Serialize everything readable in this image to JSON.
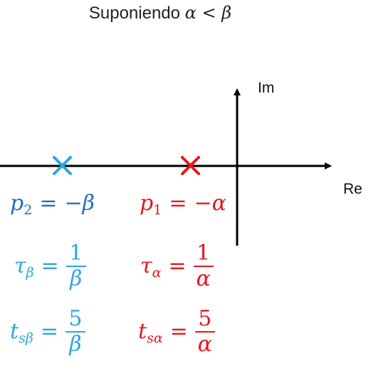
{
  "title": {
    "text": "Suponiendo ",
    "math": "α < β"
  },
  "axes": {
    "real_label": "Re",
    "imag_label": "Im"
  },
  "poles": {
    "p2": {
      "marker": "×",
      "label": {
        "symbol": "p",
        "sub": "2",
        "rhs": "−β"
      },
      "color": "#2070B8",
      "marker_color": "#2AA7DF"
    },
    "p1": {
      "marker": "×",
      "label": {
        "symbol": "p",
        "sub": "1",
        "rhs": "−α"
      },
      "color": "#E8161B",
      "marker_color": "#E8161B"
    }
  },
  "equations": {
    "tau_beta": {
      "symbol": "τ",
      "sub": "β",
      "num": "1",
      "den": "β",
      "color": "#2AA7DF"
    },
    "tau_alpha": {
      "symbol": "τ",
      "sub": "α",
      "num": "1",
      "den": "α",
      "color": "#E8161B"
    },
    "ts_beta": {
      "symbol": "t",
      "sub": "sβ",
      "num": "5",
      "den": "β",
      "color": "#2AA7DF"
    },
    "ts_alpha": {
      "symbol": "t",
      "sub": "sα",
      "num": "5",
      "den": "α",
      "color": "#E8161B"
    }
  },
  "colors": {
    "axis": "#000000",
    "beta": "#2AA7DF",
    "alpha": "#E8161B"
  }
}
